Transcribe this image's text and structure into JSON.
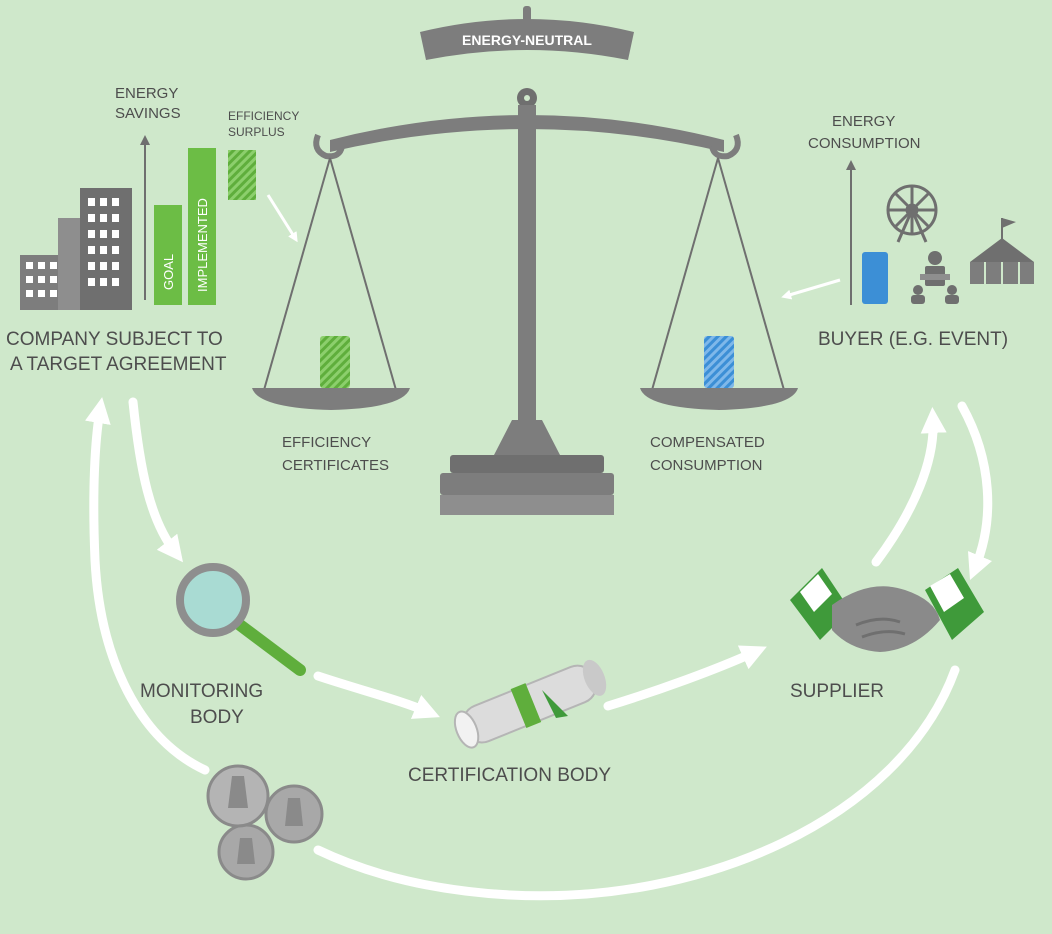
{
  "scale": {
    "banner": "ENERGY-NEUTRAL"
  },
  "company": {
    "title_line1": "COMPANY SUBJECT TO",
    "title_line2": "A TARGET AGREEMENT",
    "axis_label_line1": "ENERGY",
    "axis_label_line2": "SAVINGS",
    "bar_goal": "GOAL",
    "bar_implemented": "IMPLEMENTED",
    "surplus_line1": "EFFICIENCY",
    "surplus_line2": "SURPLUS"
  },
  "buyer": {
    "title": "BUYER (E.G. EVENT)",
    "axis_label_line1": "ENERGY",
    "axis_label_line2": "CONSUMPTION"
  },
  "left_pan": {
    "label_line1": "EFFICIENCY",
    "label_line2": "CERTIFICATES"
  },
  "right_pan": {
    "label_line1": "COMPENSATED",
    "label_line2": "CONSUMPTION"
  },
  "nodes": {
    "monitoring_line1": "MONITORING",
    "monitoring_line2": "BODY",
    "certification": "CERTIFICATION BODY",
    "supplier": "SUPPLIER"
  },
  "colors": {
    "background": "#cfe8cb",
    "green": "#6cbd45",
    "dark_green": "#3f9a3a",
    "blue": "#3c8fd6",
    "gray": "#7d7d7d",
    "arrow": "#ffffff"
  }
}
